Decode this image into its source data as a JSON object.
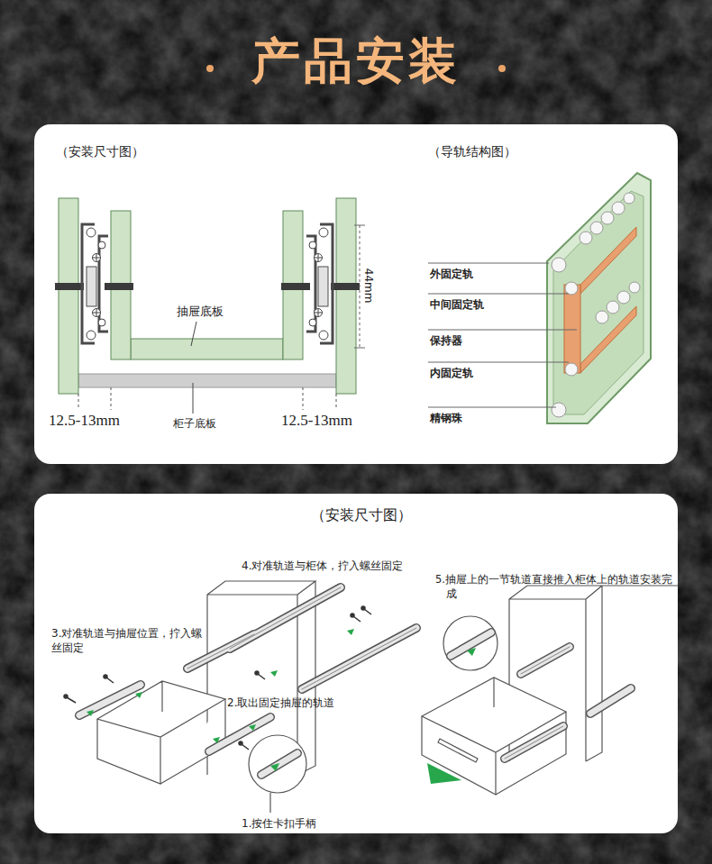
{
  "diagram": {
    "title": "产品安装",
    "nodes": [
      {
        "text": [
          "（安装尺寸图）",
          "（导轨结构图）"
        ]
      },
      {
        "text": [
          "（安装尺寸图）"
        ]
      }
    ],
    "labels": [
      "抽屉底板",
      "柜子底板",
      "12.5-13mm",
      "12.5-13mm",
      "44mm",
      "外固定轨",
      "中间固定轨",
      "保持器",
      "内固定轨",
      "精钢珠",
      "4.对准轨道与柜体，拧入螺丝固定",
      "3.对准轨道与抽屉位置，拧入螺丝固定",
      "2.取出固定抽屉的轨道",
      "5.抽屉上的一节轨道直接推入柜体上的轨道安装完成",
      "1.按住卡扣手柄"
    ]
  }
}
